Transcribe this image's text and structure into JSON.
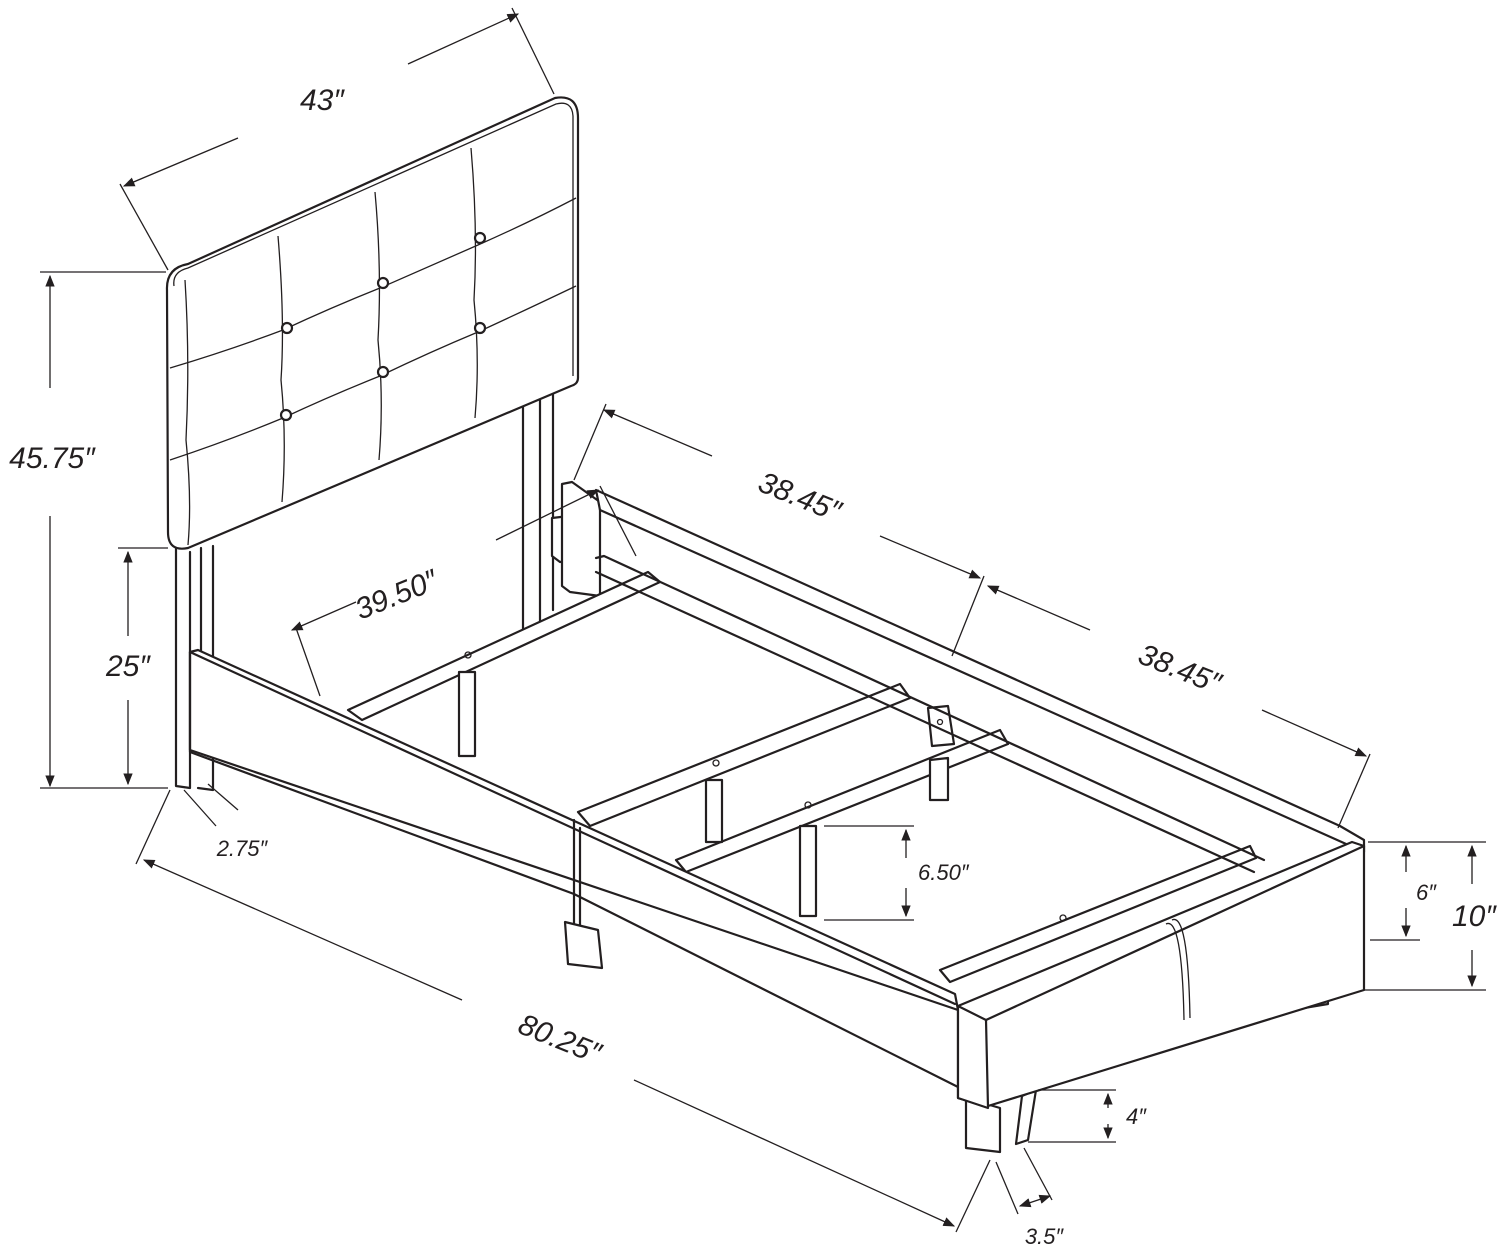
{
  "dimensions": {
    "headboard_width": "43″",
    "total_height": "45.75″",
    "headboard_leg_height": "25″",
    "leg_width_head": "2.75″",
    "side_rail_front": "38.45″",
    "side_rail_rear": "38.45″",
    "inner_width": "39.50″",
    "overall_length": "80.25″",
    "center_leg_height": "6.50″",
    "footboard_rail_height": "6″",
    "footboard_height": "10″",
    "foot_leg_height": "4″",
    "foot_leg_width": "3.5″"
  },
  "colors": {
    "line": "#231f20",
    "background": "#ffffff"
  }
}
